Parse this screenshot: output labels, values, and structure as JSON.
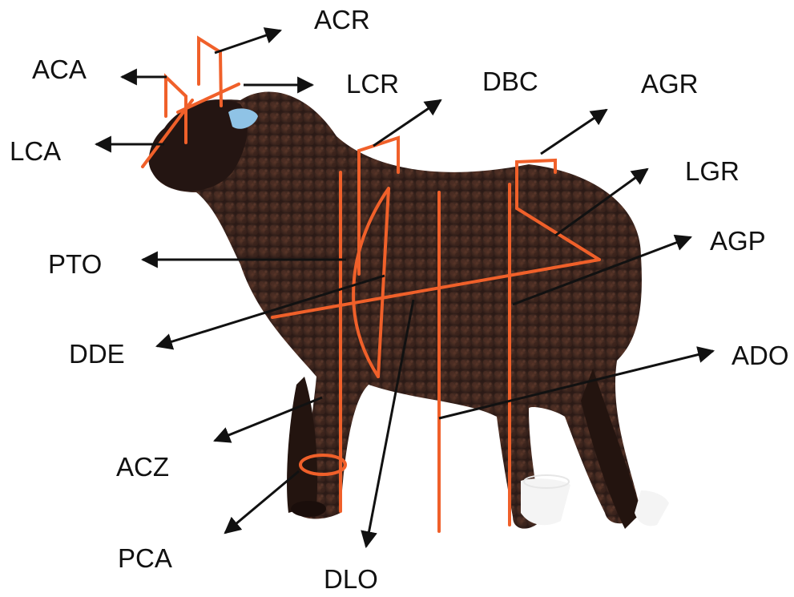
{
  "diagram": {
    "subject": "sheep",
    "measurements": [
      {
        "code": "ACR"
      },
      {
        "code": "ACA"
      },
      {
        "code": "LCR"
      },
      {
        "code": "DBC"
      },
      {
        "code": "AGR"
      },
      {
        "code": "LCA"
      },
      {
        "code": "LGR"
      },
      {
        "code": "AGP"
      },
      {
        "code": "PTO"
      },
      {
        "code": "DDE"
      },
      {
        "code": "ADO"
      },
      {
        "code": "ACZ"
      },
      {
        "code": "PCA"
      },
      {
        "code": "DLO"
      }
    ]
  },
  "colors": {
    "measure_line": "#f0602a",
    "arrow": "#111111",
    "fleece_dark": "#2b1a16",
    "fleece_mid": "#5a3628",
    "hoof_white": "#f4f4f4",
    "ear_tag": "#8fc3e6"
  }
}
